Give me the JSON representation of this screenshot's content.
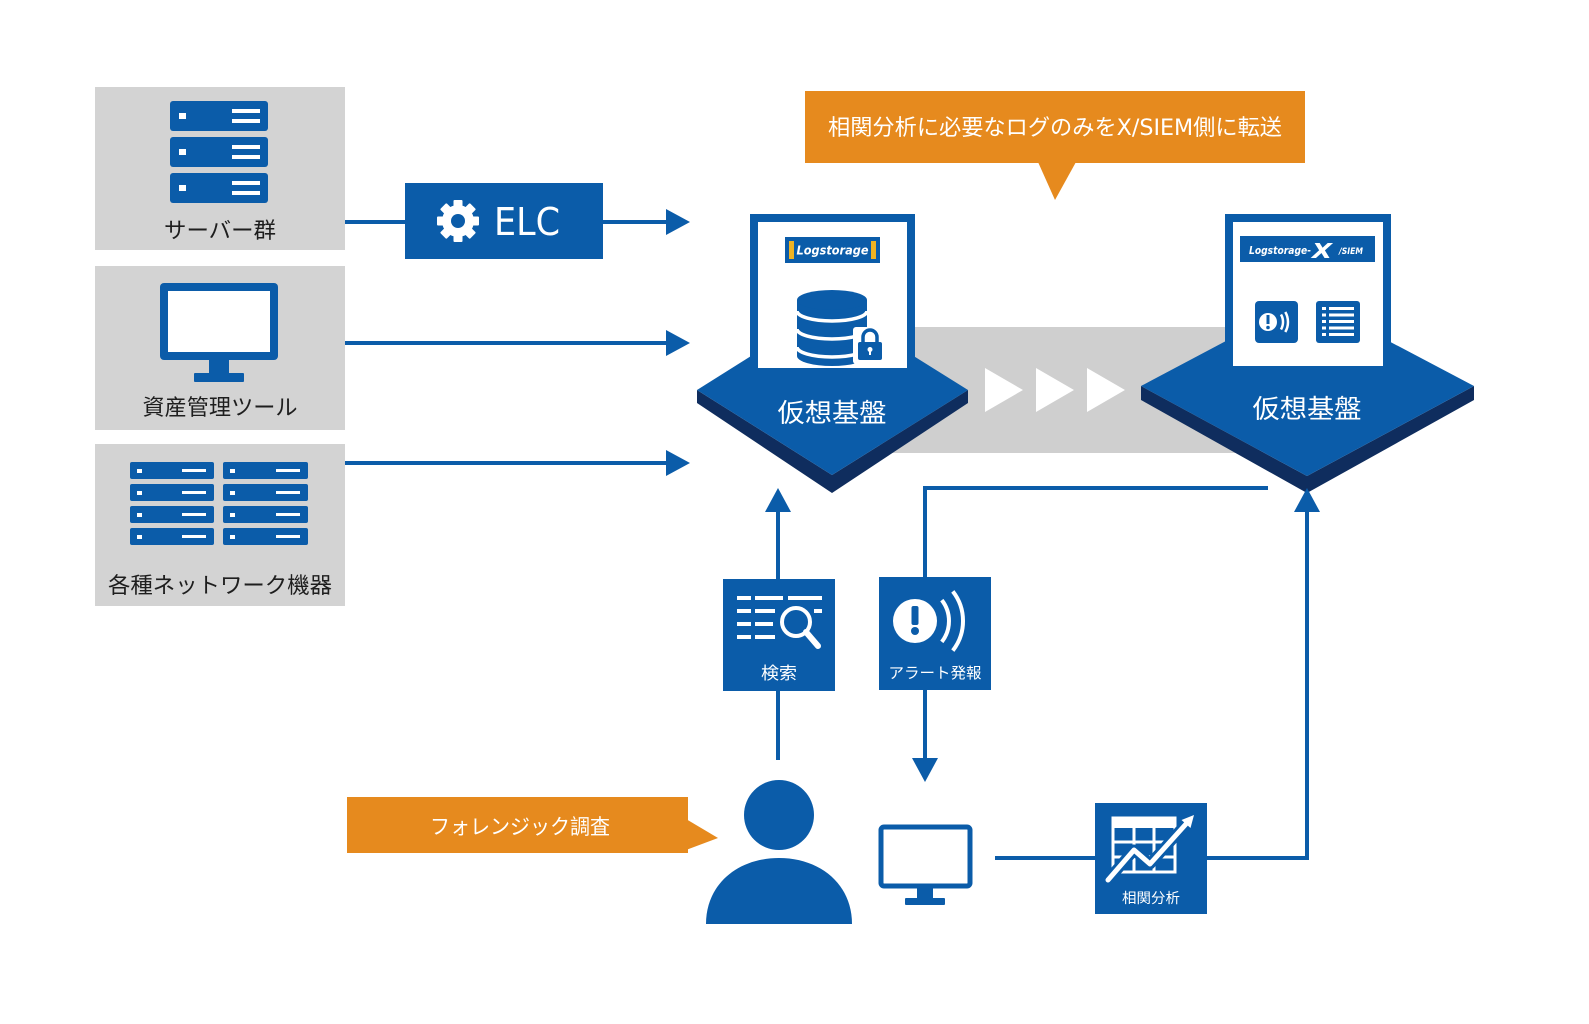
{
  "colors": {
    "brand_blue": "#0b5ca9",
    "platform_side": "#0f2d5e",
    "accent_orange": "#e68a1e",
    "source_gray": "#d3d3d3",
    "band_gray": "#cfcfcf",
    "logo_gold": "#f0b323"
  },
  "sources": [
    {
      "label": "サーバー群",
      "icon": "server-rack-icon"
    },
    {
      "label": "資産管理ツール",
      "icon": "monitor-icon"
    },
    {
      "label": "各種ネットワーク機器",
      "icon": "network-devices-icon"
    }
  ],
  "elc": {
    "label": "ELC",
    "icon": "gear-icon"
  },
  "callouts": {
    "transfer": "相関分析に必要なログのみをX/SIEM側に転送",
    "forensics": "フォレンジック調査"
  },
  "platforms": {
    "left": {
      "logo": "Logstorage",
      "label": "仮想基盤",
      "icons": [
        "database-icon",
        "lock-icon"
      ]
    },
    "right": {
      "logo_main": "Logstorage-",
      "logo_x": "X",
      "logo_suffix": "/SIEM",
      "label": "仮想基盤",
      "icons": [
        "alert-icon",
        "list-icon"
      ]
    }
  },
  "transfer_icon": "triple-arrow-icon",
  "actions": {
    "search": {
      "label": "検索",
      "icon": "search-list-icon"
    },
    "alert": {
      "label": "アラート発報",
      "icon": "alert-signal-icon"
    },
    "correlation": {
      "label": "相関分析",
      "icon": "chart-table-icon"
    }
  },
  "user": {
    "icon": "person-icon"
  },
  "terminal": {
    "icon": "monitor-outline-icon"
  }
}
